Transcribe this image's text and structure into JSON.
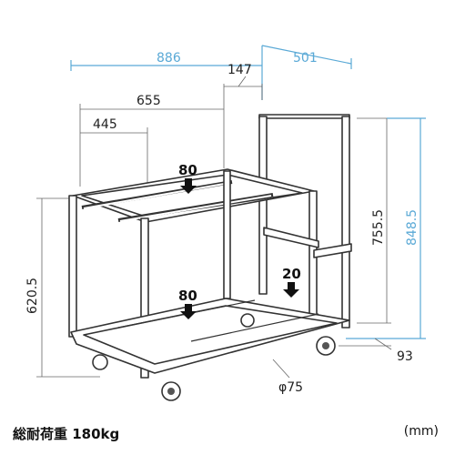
{
  "dimensions": {
    "total_width": "886",
    "depth": "501",
    "handle_offset": "147",
    "inner_length": "655",
    "inner_half": "445",
    "lower_frame_height": "620.5",
    "handle_lower_height": "755.5",
    "total_height": "848.5",
    "wheel_offset": "93",
    "wheel_diameter": "φ75"
  },
  "loads": {
    "top": "80",
    "bottom": "80",
    "step": "20"
  },
  "caption": {
    "total_load": "総耐荷重 180kg",
    "unit": "(mm)"
  }
}
